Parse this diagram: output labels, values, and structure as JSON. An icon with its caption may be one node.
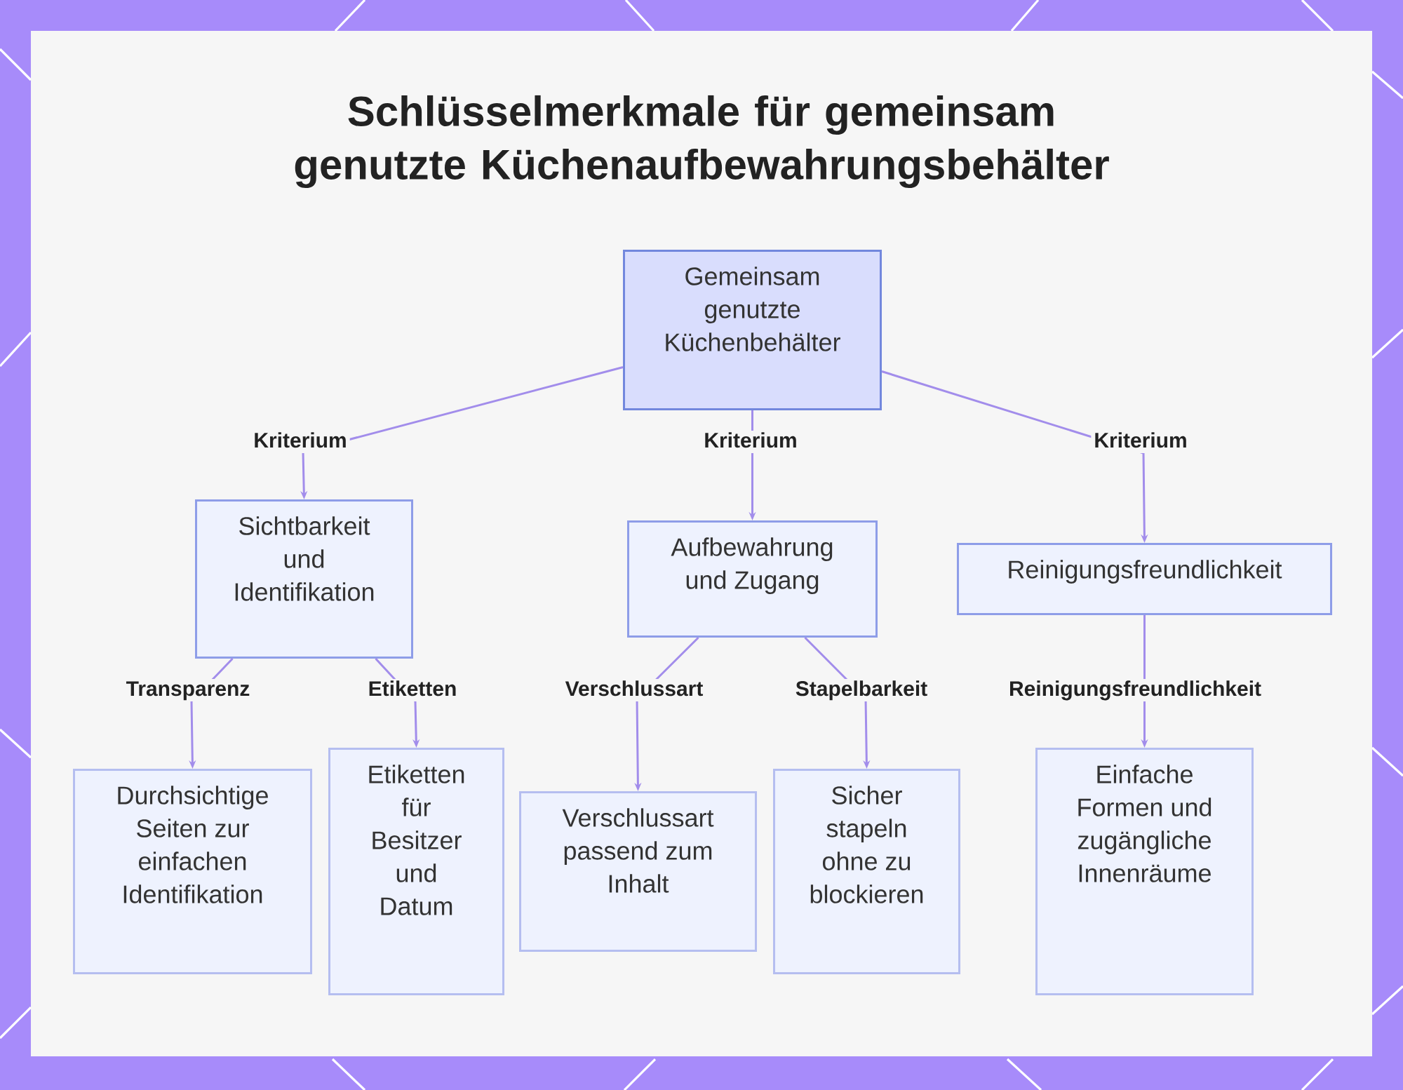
{
  "diagram": {
    "title": "Schlüsselmerkmale für gemeinsam genutzte Küchenaufbewahrungsbehälter",
    "nodes": [
      {
        "text": [
          "Gemeinsam genutzte Küchenbehälter"
        ]
      },
      {
        "text": [
          "Sichtbarkeit und Identifikation"
        ]
      },
      {
        "text": [
          "Aufbewahrung und Zugang"
        ]
      },
      {
        "text": [
          "Reinigungsfreundlichkeit"
        ]
      },
      {
        "text": [
          "Durchsichtige Seiten zur einfachen Identifikation"
        ]
      },
      {
        "text": [
          "Etiketten für Besitzer und Datum"
        ]
      },
      {
        "text": [
          "Verschlussart passend zum Inhalt"
        ]
      },
      {
        "text": [
          "Sicher stapeln ohne zu blockieren"
        ]
      },
      {
        "text": [
          "Einfache Formen und zugängliche Innenräume"
        ]
      }
    ],
    "edges": [
      {
        "from": 0,
        "to": 1,
        "arrow": "to",
        "label": "Kriterium"
      },
      {
        "from": 0,
        "to": 2,
        "arrow": "to",
        "label": "Kriterium"
      },
      {
        "from": 0,
        "to": 3,
        "arrow": "to",
        "label": "Kriterium"
      },
      {
        "from": 1,
        "to": 4,
        "arrow": "to",
        "label": "Transparenz"
      },
      {
        "from": 1,
        "to": 5,
        "arrow": "to",
        "label": "Etiketten"
      },
      {
        "from": 2,
        "to": 6,
        "arrow": "to",
        "label": "Verschlussart"
      },
      {
        "from": 2,
        "to": 7,
        "arrow": "to",
        "label": "Stapelbarkeit"
      },
      {
        "from": 3,
        "to": 8,
        "arrow": "to",
        "label": "Reinigungsfreundlichkeit"
      }
    ]
  }
}
